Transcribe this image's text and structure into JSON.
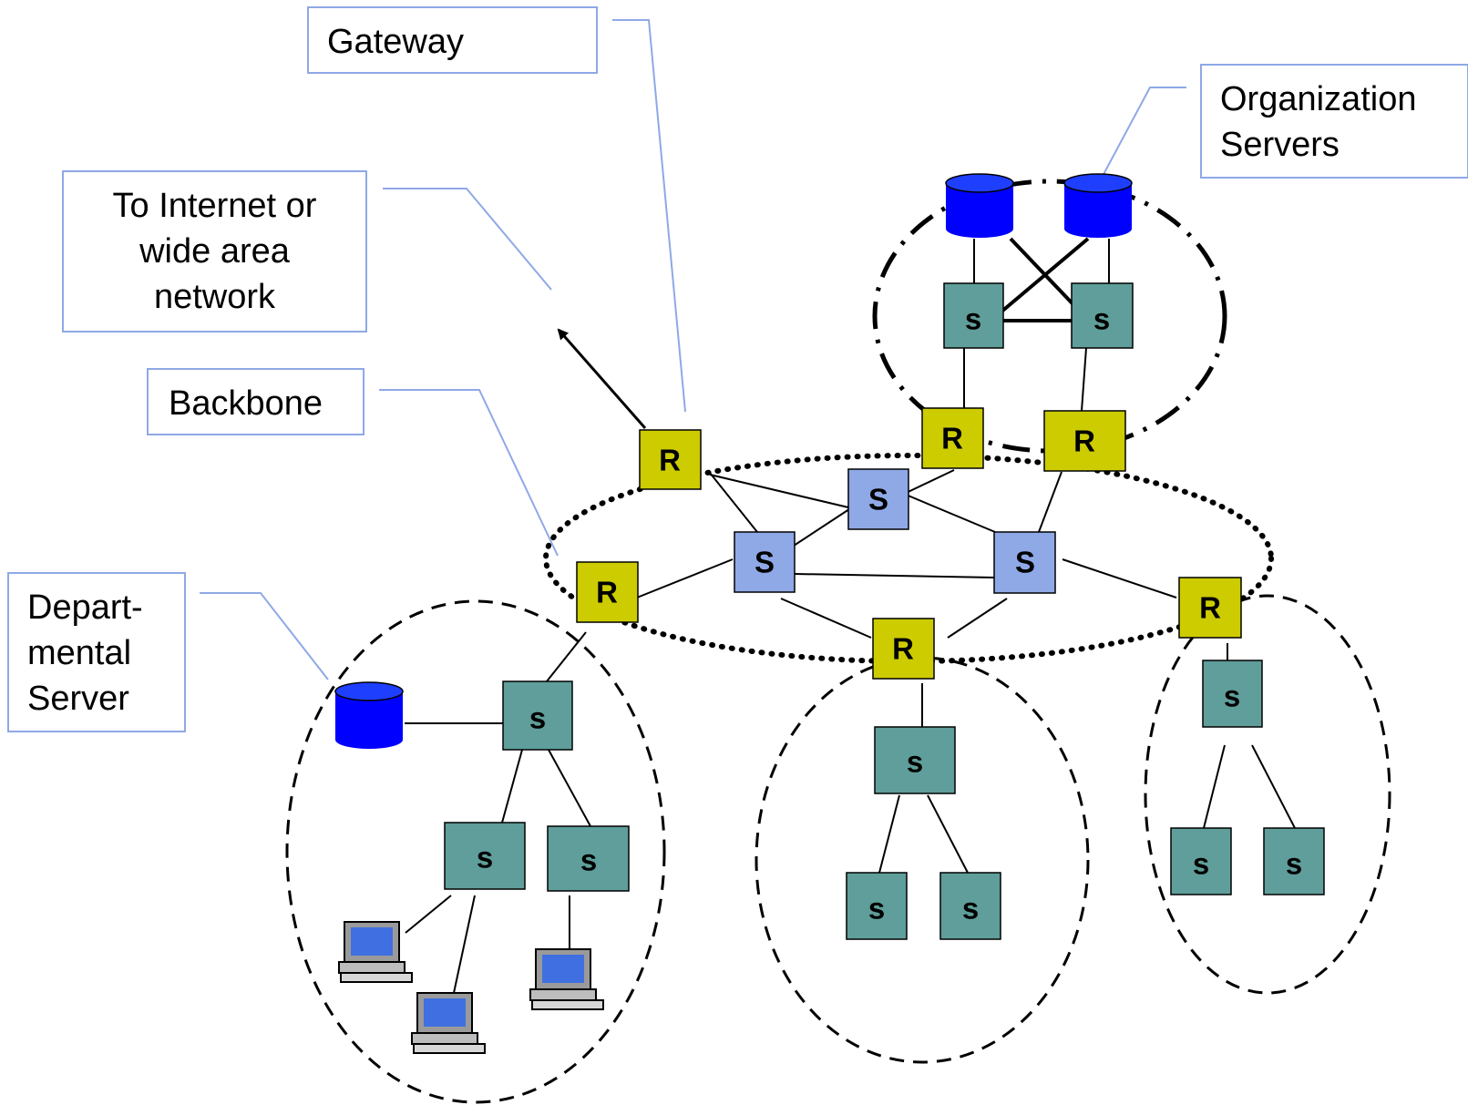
{
  "callouts": {
    "gateway": "Gateway",
    "internet": [
      "To Internet or",
      "wide area",
      "network"
    ],
    "backbone": "Backbone",
    "departmental": [
      "Depart-",
      "mental",
      "Server"
    ],
    "organization": [
      "Organization",
      "Servers"
    ]
  },
  "node_labels": {
    "router": "R",
    "backbone_switch": "S",
    "switch": "s"
  },
  "colors": {
    "router": "#cccc00",
    "backbone_switch": "#8fa8e6",
    "switch": "#5f9e9a",
    "server": "#0000ff",
    "callout_border": "#8fa8e6"
  },
  "icons": [
    "database-server-icon",
    "workstation-computer-icon",
    "router-icon",
    "switch-icon"
  ]
}
